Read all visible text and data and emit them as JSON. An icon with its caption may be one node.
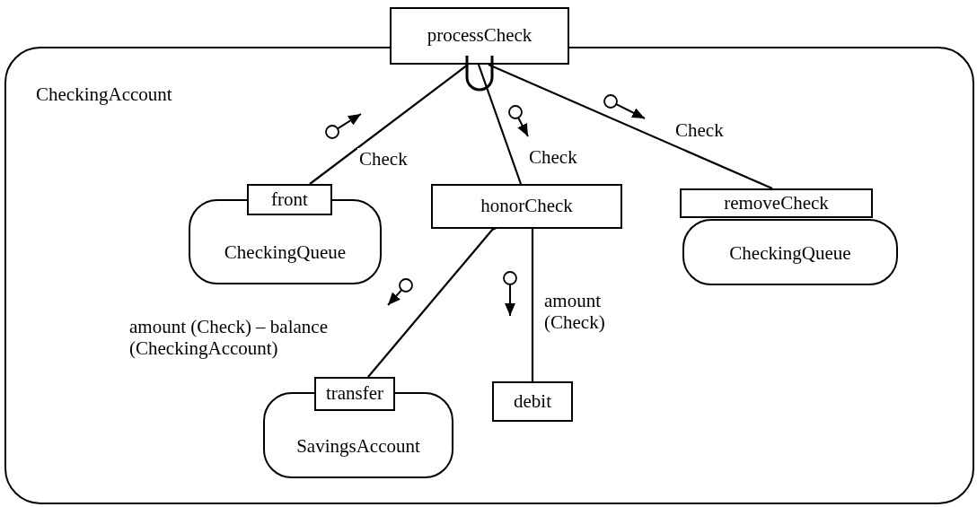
{
  "diagram": {
    "nodes": [
      {
        "text": [
          "CheckingAccount"
        ]
      },
      {
        "text": [
          "processCheck"
        ]
      },
      {
        "text": [
          "CheckingQueue"
        ],
        "in": 0
      },
      {
        "text": [
          "front"
        ],
        "in": 0
      },
      {
        "text": [
          "honorCheck"
        ],
        "in": 0
      },
      {
        "text": [
          "CheckingQueue"
        ],
        "in": 0
      },
      {
        "text": [
          "removeCheck"
        ],
        "in": 0
      },
      {
        "text": [
          "SavingsAccount"
        ],
        "in": 0
      },
      {
        "text": [
          "transfer"
        ],
        "in": 0
      },
      {
        "text": [
          "debit"
        ],
        "in": 0
      }
    ],
    "edges": [
      {
        "from": 1,
        "to": 3,
        "arrow": "none",
        "label": "Check"
      },
      {
        "from": 1,
        "to": 4,
        "arrow": "none",
        "label": "Check"
      },
      {
        "from": 1,
        "to": 6,
        "arrow": "none",
        "label": "Check"
      },
      {
        "from": 4,
        "to": 8,
        "arrow": "other",
        "label": "amount (Check) – balance (CheckingAccount)"
      },
      {
        "from": 4,
        "to": 9,
        "arrow": "none",
        "label": "amount (Check)"
      }
    ]
  }
}
